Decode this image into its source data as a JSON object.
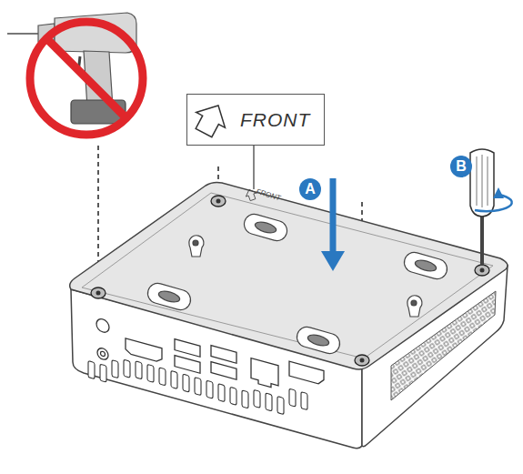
{
  "diagram": {
    "nodes": [
      {
        "text": [
          "FRONT"
        ]
      },
      {
        "text": [
          "A"
        ]
      },
      {
        "text": [
          "B"
        ]
      }
    ],
    "labels": [
      "FRONT"
    ]
  }
}
